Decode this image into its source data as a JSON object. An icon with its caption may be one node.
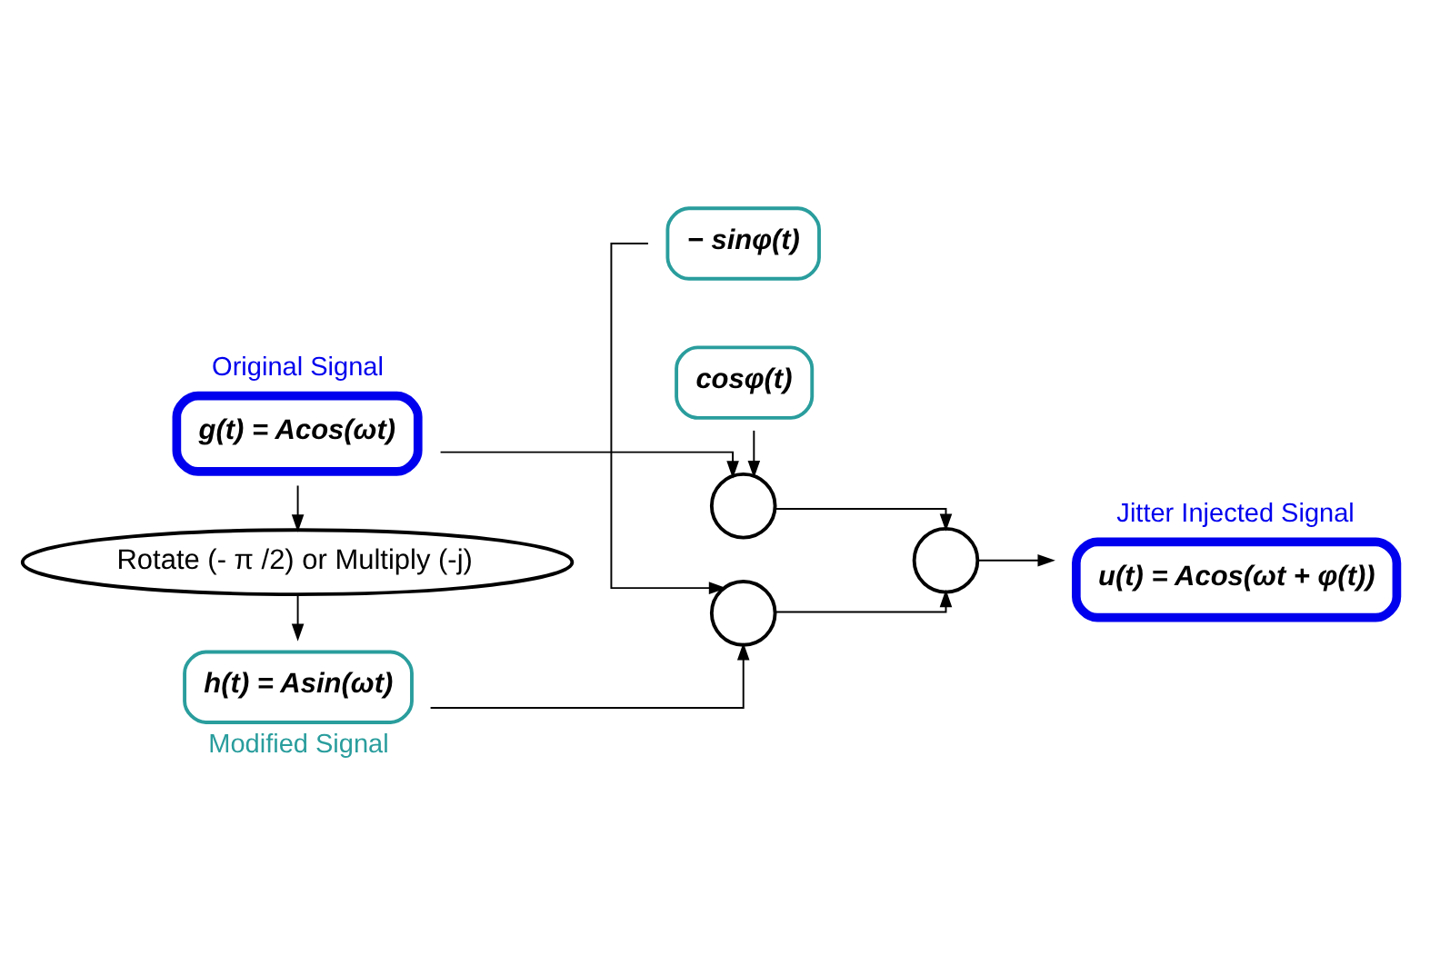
{
  "diagram": {
    "nodes": [
      {
        "text": [
          "g(t) = Acos(ωt)"
        ],
        "beside": [
          "Original Signal"
        ]
      },
      {
        "text": [
          "cosφ(t)"
        ]
      },
      {
        "text": [],
        "shape": "circle"
      },
      {
        "text": [
          "Rotate (- π /2) or Multiply (-j)"
        ]
      },
      {
        "text": [],
        "shape": "circle"
      },
      {
        "text": [
          "u(t) = Acos(ωt + φ(t))"
        ],
        "beside": [
          "Jitter Injected Signal"
        ]
      },
      {
        "text": [
          "h(t) = Asin(ωt)"
        ],
        "beside": [
          "Modified Signal"
        ]
      },
      {
        "text": [],
        "shape": "circle"
      },
      {
        "text": [
          "− sinφ(t)"
        ]
      }
    ],
    "edges": [
      {
        "from": 0,
        "to": 2,
        "arrow": "to"
      },
      {
        "from": 1,
        "to": 2,
        "arrow": "to"
      },
      {
        "from": 0,
        "to": 3,
        "arrow": "to"
      },
      {
        "from": 3,
        "to": 6,
        "arrow": "to"
      },
      {
        "from": 6,
        "to": 7,
        "arrow": "to"
      },
      {
        "from": 8,
        "to": 7,
        "arrow": "to"
      },
      {
        "from": 2,
        "to": 4,
        "arrow": "to"
      },
      {
        "from": 7,
        "to": 4,
        "arrow": "to"
      },
      {
        "from": 4,
        "to": 5,
        "arrow": "to"
      }
    ]
  }
}
